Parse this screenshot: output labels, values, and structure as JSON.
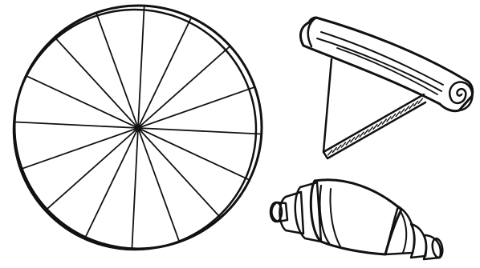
{
  "illustration": {
    "panels": [
      {
        "id": "dough-circle",
        "icon": "dough-circle-cut-into-wedges-icon",
        "wedge_count": 16
      },
      {
        "id": "wedge-rolling",
        "icon": "wedge-being-rolled-icon"
      },
      {
        "id": "croissant",
        "icon": "rolled-croissant-icon"
      }
    ],
    "colors": {
      "ink": "#111111",
      "background": "#ffffff"
    }
  }
}
